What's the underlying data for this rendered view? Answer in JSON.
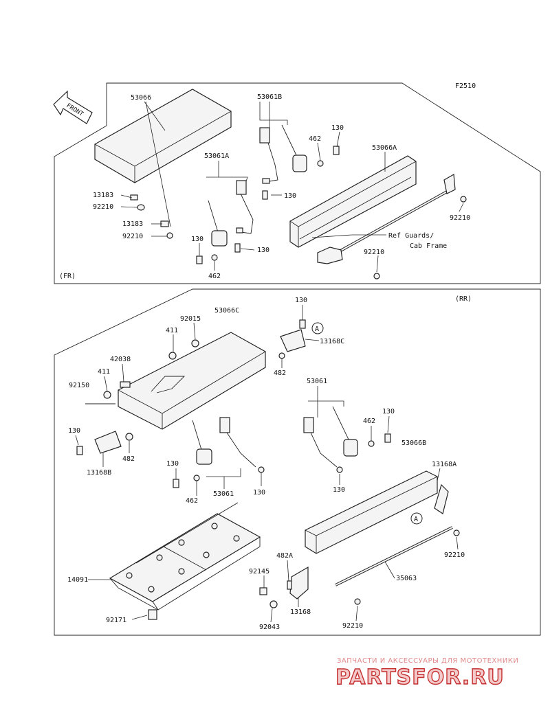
{
  "figure_code": "F2510",
  "front_arrow_text": "FRONT",
  "section_labels": {
    "front": "(FR)",
    "rear": "(RR)"
  },
  "callout_letter": "A",
  "fr_parts": {
    "seat": "53066",
    "belt_1b": "53061B",
    "belt_1a": "53061A",
    "bracket_a": "53066A",
    "bolt_b1": "130",
    "bolt_b2": "130",
    "bolt_a1": "130",
    "bolt_a2": "130",
    "washer_b": "462",
    "washer_a": "462",
    "clip_1": "13183",
    "clip_2": "13183",
    "nut_1": "92210",
    "nut_2": "92210",
    "nut_3": "92210",
    "nut_4": "92210",
    "note_line1": "Ref Guards/",
    "note_line2": "Cab Frame"
  },
  "rr_parts": {
    "seat": "53066C",
    "bolt_top": "130",
    "bracket_168c": "13168C",
    "washer_482_top": "482",
    "washer_92015": "92015",
    "washer_411_a": "411",
    "washer_411_b": "411",
    "pin_42038": "42038",
    "bolt_92150": "92150",
    "bolt_left": "130",
    "washer_482_left": "482",
    "bracket_168b": "13168B",
    "belt_left": "53061",
    "bolt_bl1": "130",
    "washer_bl": "462",
    "bolt_bl2": "130",
    "belt_right": "53061",
    "washer_r": "462",
    "bolt_r1": "130",
    "bracket_b": "53066B",
    "bolt_r2": "130",
    "bracket_168a": "13168A",
    "nut_r1": "92210",
    "rod": "35063",
    "washer_482a": "482A",
    "screw_92145": "92145",
    "bracket_13168": "13168",
    "pin_92043": "92043",
    "nut_r2": "92210",
    "tray": "14091",
    "screw_92171": "92171"
  },
  "watermark": {
    "line1": "ЗАПЧАСТИ И АКСЕССУАРЫ ДЛЯ МОТОТЕХНИКИ",
    "line2": "PARTSFOR.RU",
    "text_color": "#c53030"
  }
}
